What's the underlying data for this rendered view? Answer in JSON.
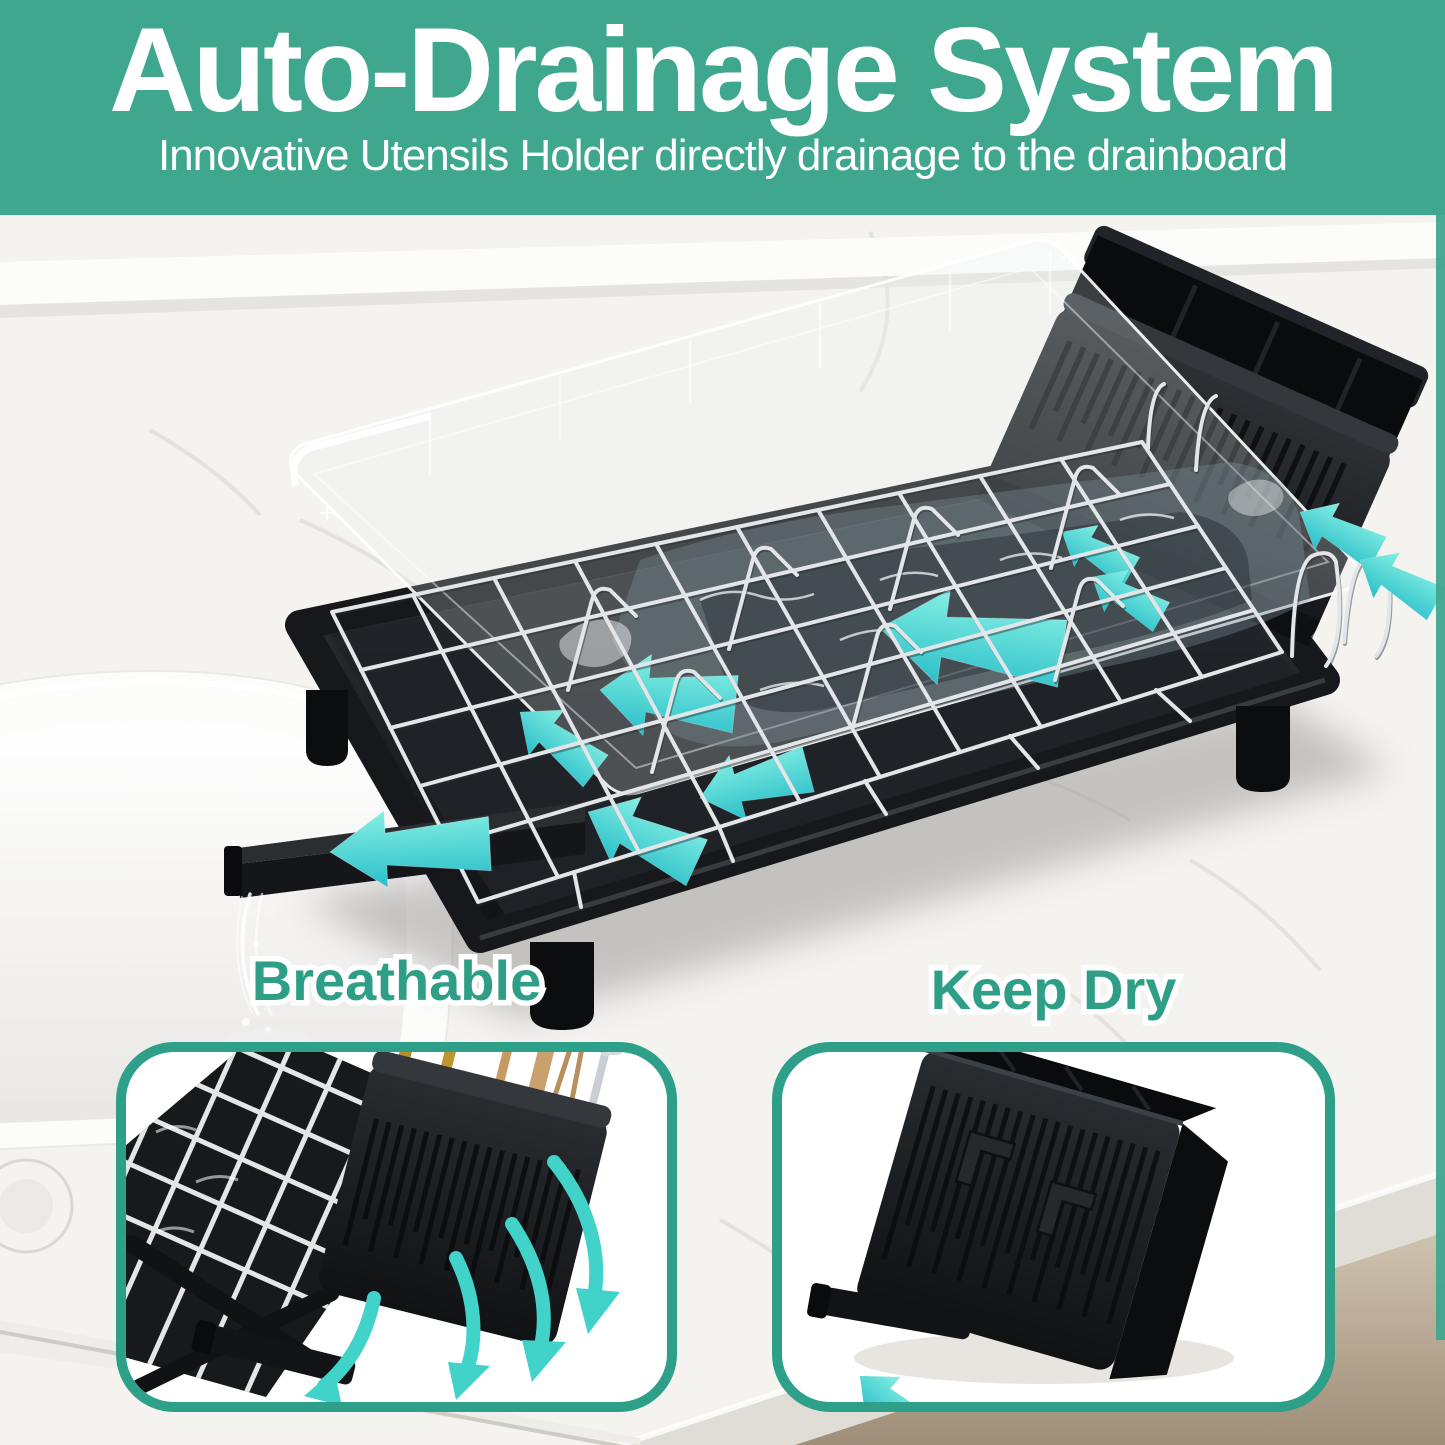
{
  "header": {
    "title": "Auto-Drainage System",
    "subtitle": "Innovative Utensils Holder directly drainage to the drainboard"
  },
  "callouts": {
    "left": "Breathable",
    "right": "Keep Dry"
  },
  "colors": {
    "banner": "#3FA78E",
    "accent_teal": "#2E9F86",
    "card_border": "#2E9F88",
    "arrow_cyan": "#4ED5CC",
    "black_plastic": "#16181A",
    "chrome_wire": "#E4E8EA",
    "marble": "#F5F4F1",
    "cabinet_beige": "#BCAD99"
  },
  "icons": {
    "flow_arrow": "water-flow-arrow",
    "drain_arrow": "drain-direction-arrow",
    "airflow_arrow": "airflow-arrow"
  }
}
